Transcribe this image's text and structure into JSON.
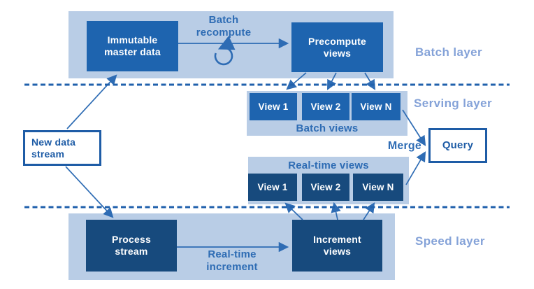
{
  "colors": {
    "container_bg": "#b9cde6",
    "bright_blue": "#1e64af",
    "navy": "#174a7d",
    "layer_label_blue": "#84a2d8",
    "accent_text_blue": "#2e6cb4",
    "outline_blue": "#1e5ca6",
    "background": "#ffffff"
  },
  "layers": {
    "batch": {
      "label": "Batch layer"
    },
    "serving": {
      "label": "Serving layer"
    },
    "speed": {
      "label": "Speed layer"
    }
  },
  "nodes": {
    "immutable_master_data": {
      "label": "Immutable\nmaster data"
    },
    "precompute_views": {
      "label": "Precompute\nviews"
    },
    "new_data_stream": {
      "label": "New data\nstream"
    },
    "query": {
      "label": "Query"
    },
    "process_stream": {
      "label": "Process\nstream"
    },
    "increment_views": {
      "label": "Increment\nviews"
    },
    "batch_views": {
      "caption": "Batch views",
      "items": [
        "View 1",
        "View 2",
        "View N"
      ]
    },
    "realtime_views": {
      "caption": "Real-time views",
      "items": [
        "View 1",
        "View 2",
        "View N"
      ]
    }
  },
  "edges": {
    "batch_recompute": {
      "label": "Batch\nrecompute"
    },
    "realtime_increment": {
      "label": "Real-time\nincrement"
    },
    "merge": {
      "label": "Merge"
    }
  },
  "icons": {
    "recompute_loop": "counterclockwise-loop-arrow"
  }
}
